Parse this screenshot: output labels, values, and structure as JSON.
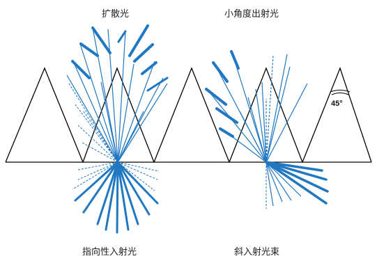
{
  "labels": {
    "top_left": "扩散光",
    "top_right": "小角度出射光",
    "bottom_left": "指向性入射光",
    "bottom_right": "斜入射光束"
  },
  "angle_label": "45°",
  "colors": {
    "ray": "#2077c2",
    "outline": "#000000",
    "background": "#ffffff"
  }
}
